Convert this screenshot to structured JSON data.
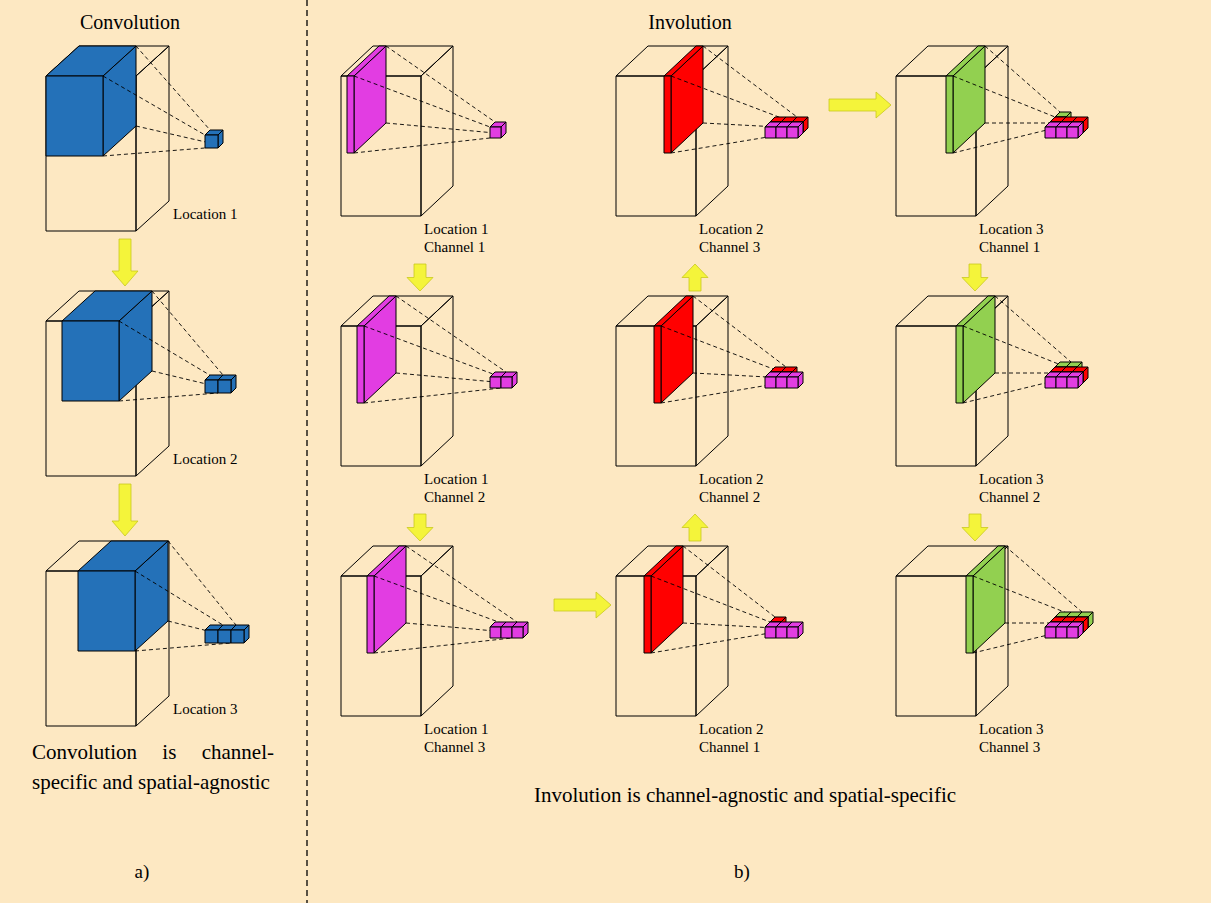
{
  "diagram": {
    "nodes": [
      {
        "text": [
          "Location 1"
        ]
      },
      {
        "text": [
          "Location 2"
        ]
      },
      {
        "text": [
          "Location 3"
        ]
      },
      {
        "text": [
          "Location 1 Channel 1"
        ]
      },
      {
        "text": [
          "Location 1 Channel 2"
        ]
      },
      {
        "text": [
          "Location 1 Channel 3"
        ]
      },
      {
        "text": [
          "Location 2 Channel 1"
        ]
      },
      {
        "text": [
          "Location 2 Channel 2"
        ]
      },
      {
        "text": [
          "Location 2 Channel 3"
        ]
      },
      {
        "text": [
          "Location 3 Channel 1"
        ]
      },
      {
        "text": [
          "Location 3 Channel 2"
        ]
      },
      {
        "text": [
          "Location 3 Channel 3"
        ]
      }
    ],
    "edges": [
      {
        "from": 0,
        "to": 1,
        "arrow": "to"
      },
      {
        "from": 1,
        "to": 2,
        "arrow": "to"
      },
      {
        "from": 3,
        "to": 4,
        "arrow": "to"
      },
      {
        "from": 4,
        "to": 5,
        "arrow": "to"
      },
      {
        "from": 5,
        "to": 6,
        "arrow": "to"
      },
      {
        "from": 6,
        "to": 7,
        "arrow": "to"
      },
      {
        "from": 7,
        "to": 8,
        "arrow": "to"
      },
      {
        "from": 8,
        "to": 9,
        "arrow": "to"
      },
      {
        "from": 9,
        "to": 10,
        "arrow": "to"
      },
      {
        "from": 10,
        "to": 11,
        "arrow": "to"
      }
    ],
    "labels": [
      "Convolution",
      "Involution",
      "Convolution is channel-specific and spatial-agnostic",
      "a)",
      "Involution is channel-agnostic and spatial-specific",
      "b)"
    ]
  }
}
